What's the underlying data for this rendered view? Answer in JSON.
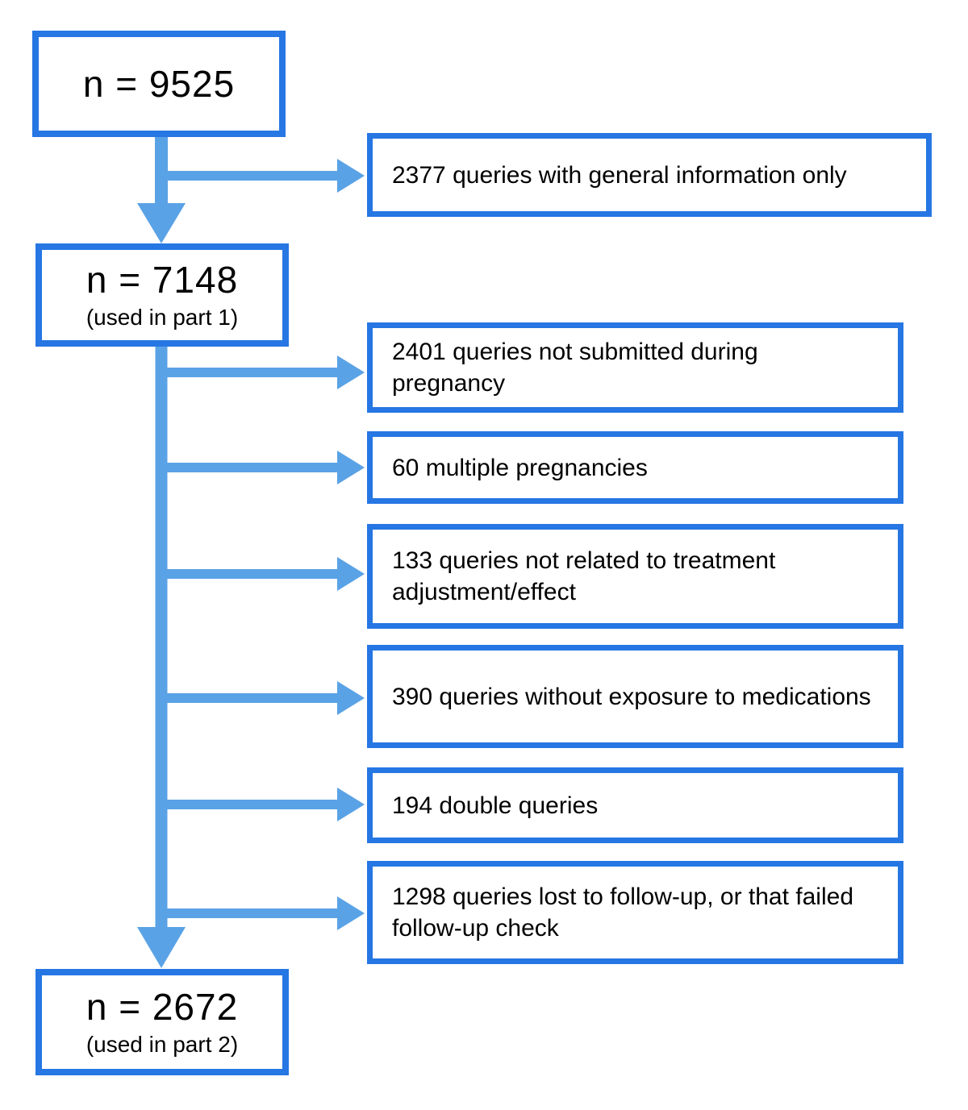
{
  "diagram": {
    "colors": {
      "box_border": "#2676e3",
      "arrow": "#5aa2e6",
      "text": "#000000",
      "background": "#ffffff"
    },
    "main_boxes": [
      {
        "value": "n = 9525",
        "note": ""
      },
      {
        "value": "n = 7148",
        "note": "(used in part 1)"
      },
      {
        "value": "n = 2672",
        "note": "(used in part 2)"
      }
    ],
    "exclusion_boxes": [
      {
        "label": "2377 queries with general information only"
      },
      {
        "label": "2401 queries not submitted during pregnancy"
      },
      {
        "label": "60 multiple pregnancies"
      },
      {
        "label": "133 queries not related to treatment adjustment/effect"
      },
      {
        "label": "390 queries without exposure to medications"
      },
      {
        "label": "194 double queries"
      },
      {
        "label": "1298 queries lost to follow-up, or that failed follow-up check"
      }
    ]
  }
}
